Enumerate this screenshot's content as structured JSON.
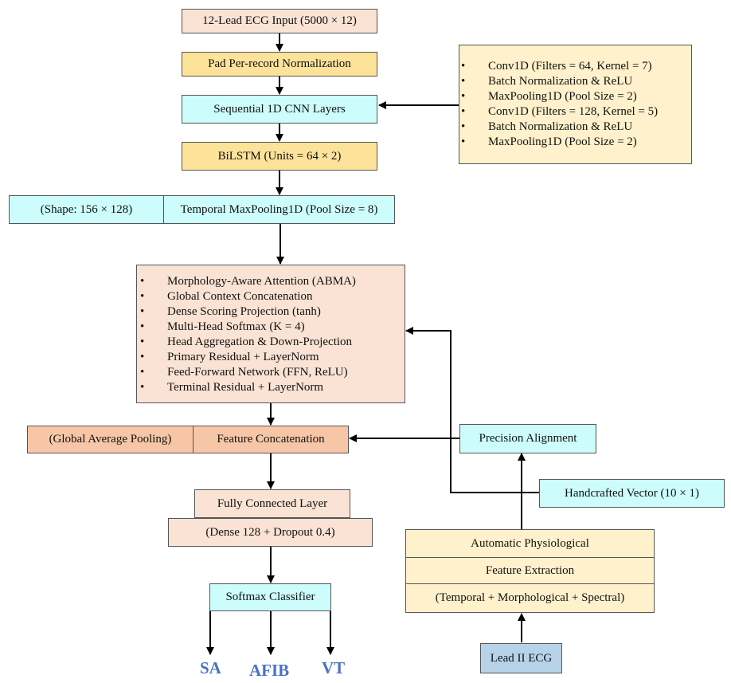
{
  "nodes": {
    "ecg_input": "12-Lead ECG Input (5000 × 12)",
    "normalization": "Pad  Per-record Normalization",
    "cnn_layers": "Sequential 1D CNN Layers",
    "bilstm": "BiLSTM (Units = 64 × 2)",
    "shape": "(Shape: 156 × 128)",
    "temporal_pool": "Temporal MaxPooling1D (Pool Size = 8)",
    "global_avg_pool": "(Global Average Pooling)",
    "feature_concat": "Feature Concatenation",
    "precision_alignment": "Precision Alignment",
    "handcrafted_vector": "Handcrafted Vector (10 × 1)",
    "fc_layer": "Fully Connected Layer",
    "dense": "(Dense 128 + Dropout 0.4)",
    "softmax": "Softmax Classifier",
    "auto_physio": "Automatic Physiological",
    "feature_extraction": "Feature Extraction",
    "feature_types": "(Temporal + Morphological + Spectral)",
    "lead2": "Lead II ECG"
  },
  "cnn_details": [
    "Conv1D (Filters = 64, Kernel = 7)",
    "Batch Normalization & ReLU",
    "MaxPooling1D (Pool Size = 2)",
    "Conv1D (Filters = 128, Kernel = 5)",
    " Batch Normalization & ReLU",
    " MaxPooling1D (Pool Size = 2)"
  ],
  "attention_details": [
    "Morphology-Aware Attention (ABMA)",
    "Global Context Concatenation",
    "Dense Scoring Projection (tanh)",
    "Multi-Head Softmax (K = 4)",
    "Head Aggregation & Down-Projection",
    "Primary Residual + LayerNorm",
    "Feed-Forward Network (FFN, ReLU)",
    "Terminal Residual + LayerNorm"
  ],
  "outputs": [
    "SA",
    "AFIB",
    "VT"
  ],
  "colors": {
    "pink": "#fae2d4",
    "yellow": "#fde29a",
    "cyan": "#ccfcfc",
    "cream": "#fff1cc",
    "salmon": "#f7c6a6",
    "blue": "#b6d3ea",
    "output_text": "#4a72c4"
  }
}
